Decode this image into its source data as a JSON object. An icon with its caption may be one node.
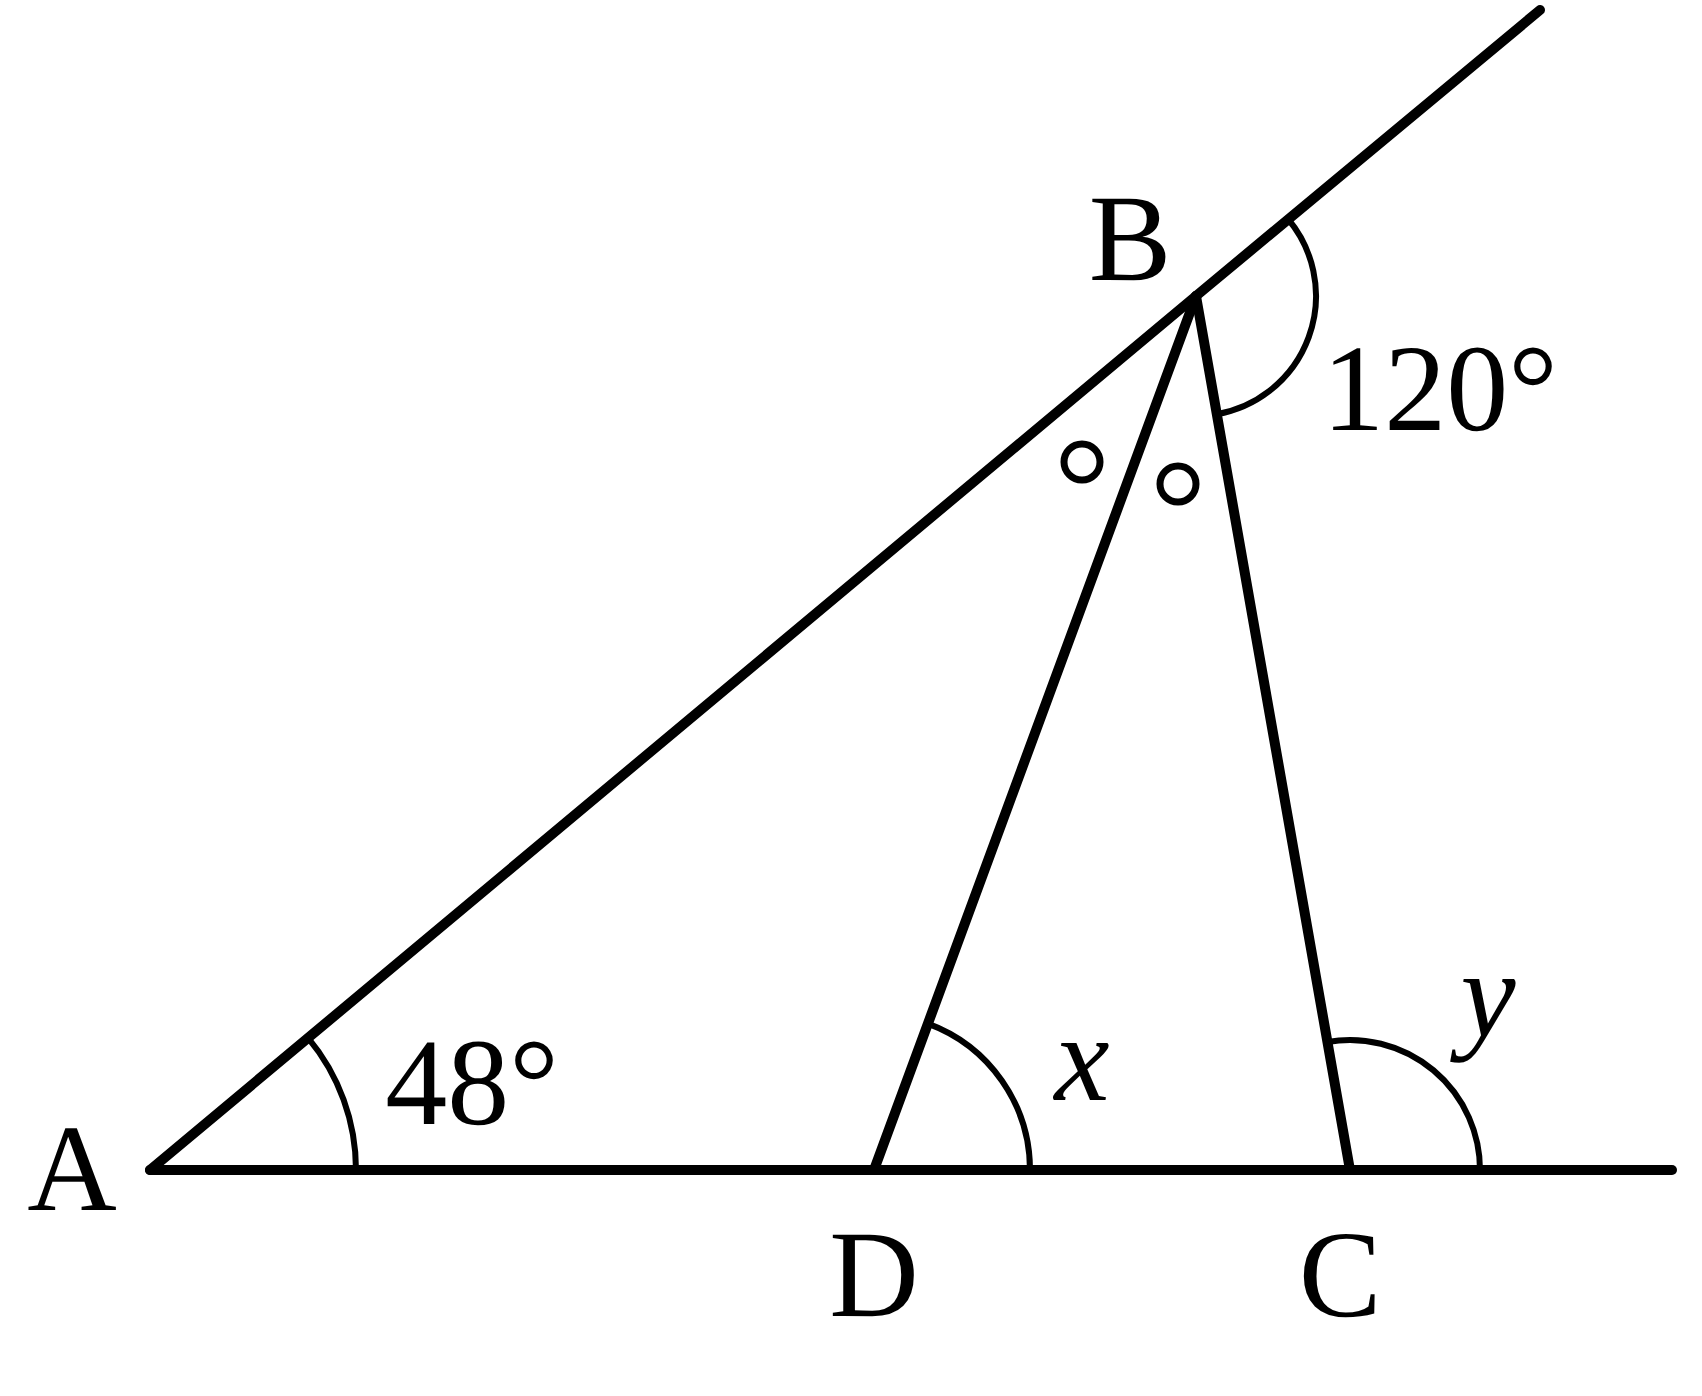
{
  "diagram": {
    "nodes": [
      {
        "text": [
          "A"
        ]
      },
      {
        "text": [
          "B"
        ]
      },
      {
        "text": [
          "D"
        ]
      },
      {
        "text": [
          "C"
        ]
      }
    ],
    "edges": [
      {
        "from": 0,
        "to": 1,
        "arrow": "none"
      },
      {
        "from": 1,
        "to": null,
        "arrow": "none"
      },
      {
        "from": 0,
        "to": 2,
        "arrow": "none"
      },
      {
        "from": 2,
        "to": 3,
        "arrow": "none"
      },
      {
        "from": 3,
        "to": null,
        "arrow": "none"
      },
      {
        "from": 1,
        "to": 2,
        "arrow": "none"
      },
      {
        "from": 1,
        "to": 3,
        "arrow": "none"
      }
    ],
    "labels": [
      "48°",
      "120°",
      "x",
      "y"
    ]
  }
}
